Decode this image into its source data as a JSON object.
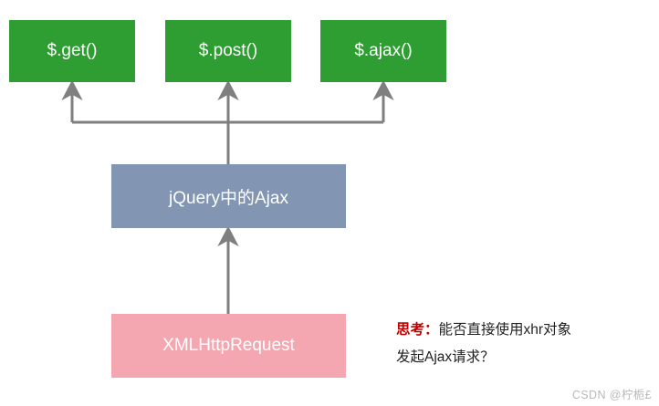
{
  "diagram": {
    "nodes": [
      {
        "id": "get",
        "label": "$.get()"
      },
      {
        "id": "post",
        "label": "$.post()"
      },
      {
        "id": "ajax",
        "label": "$.ajax()"
      },
      {
        "id": "jquery_ajax",
        "label": "jQuery中的Ajax"
      },
      {
        "id": "xhr",
        "label": "XMLHttpRequest"
      }
    ],
    "colors": {
      "green": "#2f9e32",
      "blue": "#8296b4",
      "pink": "#f4a7b0",
      "arrow": "#7f7f7f",
      "note_keyword": "#c00000"
    }
  },
  "note": {
    "keyword": "思考：",
    "line1": "能否直接使用xhr对象",
    "line2": "发起Ajax请求？"
  },
  "watermark": {
    "text": "CSDN @柠栀£"
  }
}
